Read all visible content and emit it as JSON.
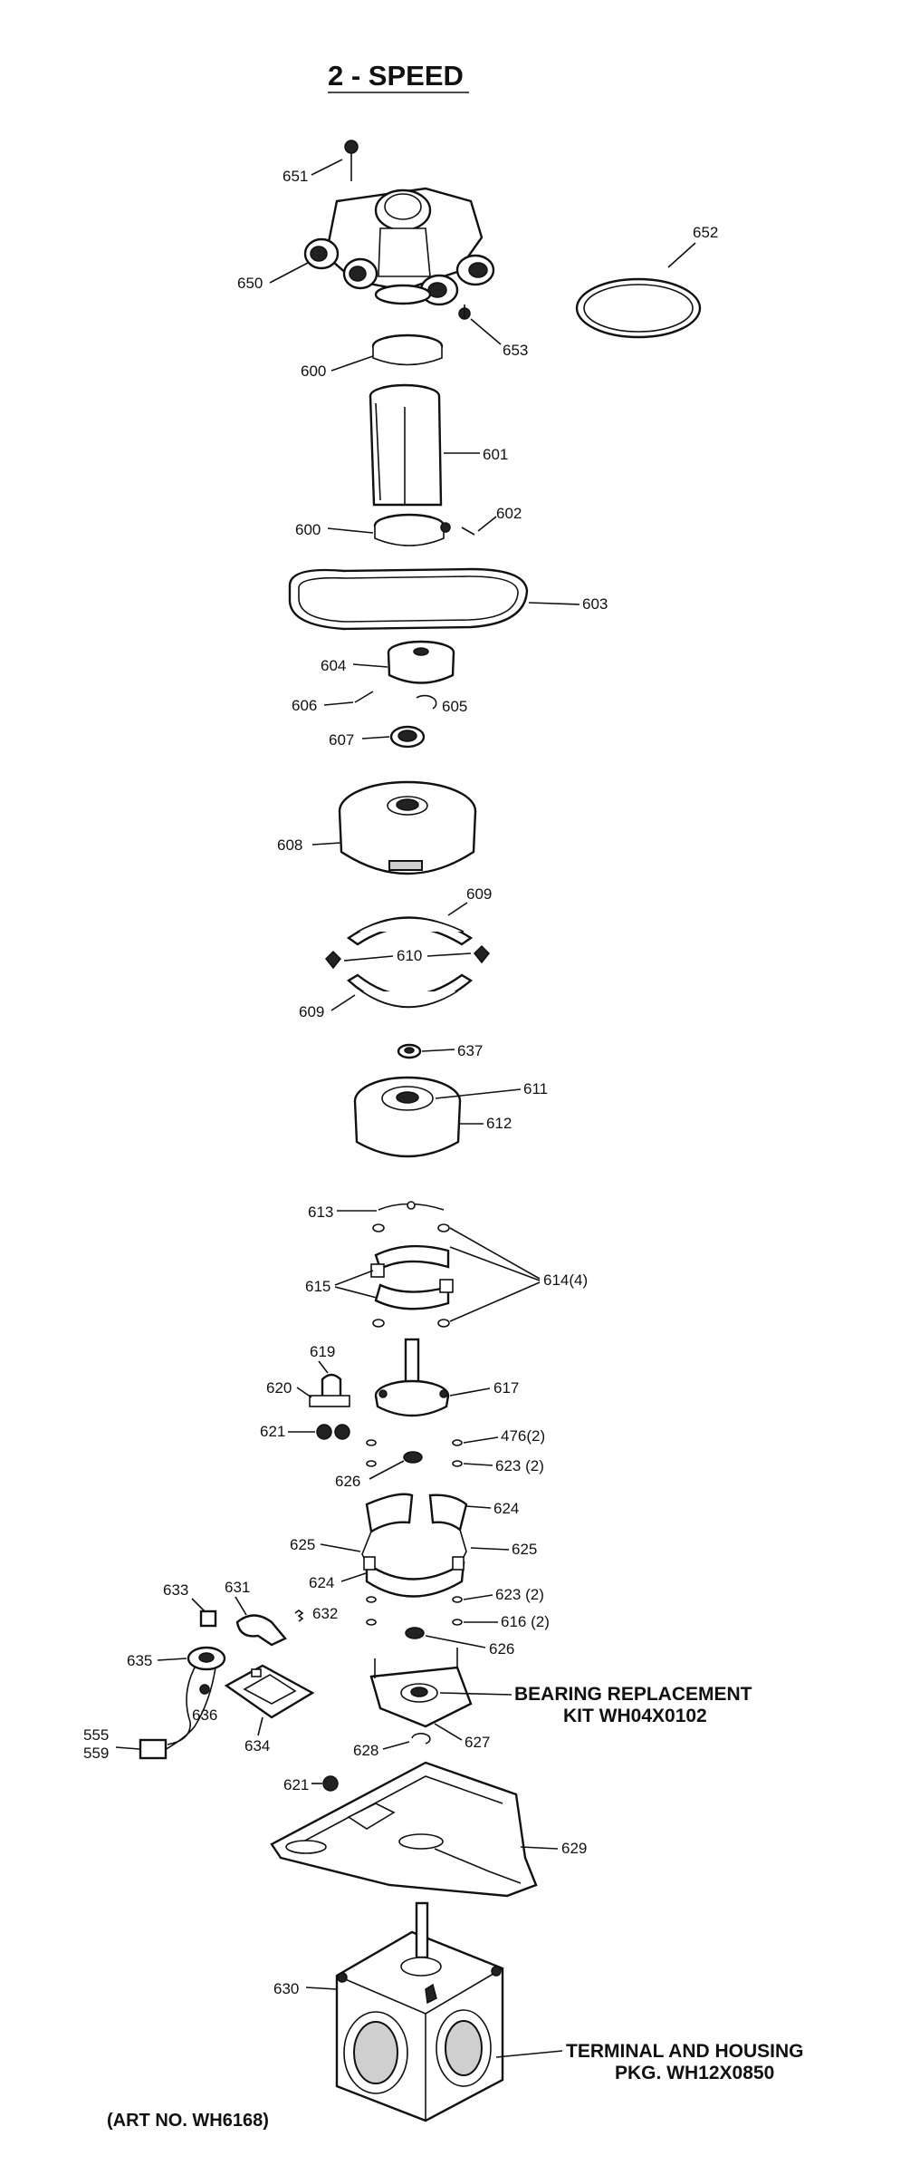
{
  "title": "2 - SPEED",
  "art_no": "(ART NO. WH6168)",
  "notes": {
    "bearing_line1": "BEARING REPLACEMENT",
    "bearing_line2": "KIT WH04X0102",
    "terminal_line1": "TERMINAL AND HOUSING",
    "terminal_line2": "PKG. WH12X0850"
  },
  "labels": {
    "p651": "651",
    "p650": "650",
    "p652": "652",
    "p653": "653",
    "p600a": "600",
    "p601": "601",
    "p600b": "600",
    "p602": "602",
    "p603": "603",
    "p604": "604",
    "p606": "606",
    "p605": "605",
    "p607": "607",
    "p608": "608",
    "p609a": "609",
    "p610": "610",
    "p609b": "609",
    "p637": "637",
    "p611": "611",
    "p612": "612",
    "p613": "613",
    "p614": "614(4)",
    "p615": "615",
    "p619": "619",
    "p620": "620",
    "p617": "617",
    "p621a": "621",
    "p476": "476(2)",
    "p623a": "623 (2)",
    "p626a": "626",
    "p624a": "624",
    "p625a": "625",
    "p625b": "625",
    "p624b": "624",
    "p633": "633",
    "p631": "631",
    "p632": "632",
    "p623b": "623 (2)",
    "p616": "616 (2)",
    "p626b": "626",
    "p635": "635",
    "p636": "636",
    "p634": "634",
    "p555": "555",
    "p559": "559",
    "p628": "628",
    "p627": "627",
    "p621b": "621",
    "p629": "629",
    "p630": "630"
  }
}
